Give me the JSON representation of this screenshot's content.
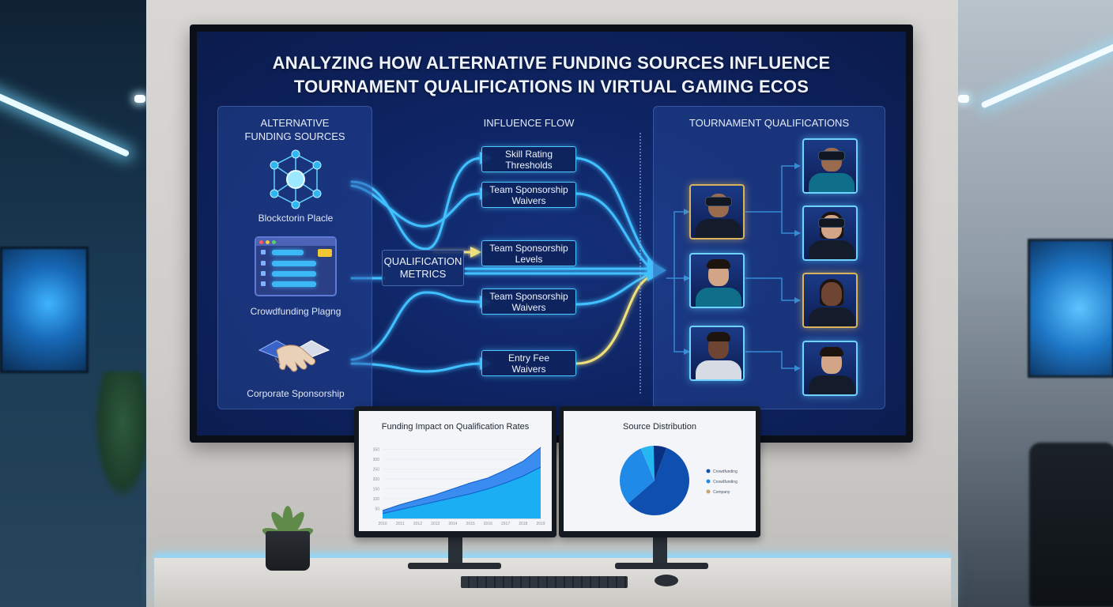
{
  "wall_display": {
    "title_line1": "ANALYZING HOW ALTERNATIVE FUNDING SOURCES INFLUENCE",
    "title_line2": "TOURNAMENT QUALIFICATIONS IN VIRTUAL GAMING ECOS",
    "funding_panel": {
      "heading_line1": "ALTERNATIVE",
      "heading_line2": "FUNDING SOURCES",
      "sources": [
        {
          "label": "Blockctorin Placle",
          "icon": "blockchain-network-icon"
        },
        {
          "label": "Crowdfunding Plagng",
          "icon": "browser-window-icon"
        },
        {
          "label": "Corporate Sponsorship",
          "icon": "handshake-icon"
        }
      ]
    },
    "influence_flow": {
      "heading": "INFLUENCE FLOW",
      "metrics_label_line1": "QUALIFICATION",
      "metrics_label_line2": "METRICS",
      "boxes": [
        {
          "line1": "Skill Rating",
          "line2": "Thresholds"
        },
        {
          "line1": "Team Sponsorship",
          "line2": "Waivers"
        },
        {
          "line1": "Team Sponsorship",
          "line2": "Levels"
        },
        {
          "line1": "Team Sponsorship",
          "line2": "Waivers"
        },
        {
          "line1": "Entry Fee",
          "line2": "Waivers"
        }
      ]
    },
    "tournament_panel": {
      "heading": "TOURNAMENT QUALIFICATIONS"
    }
  },
  "monitor_left": {
    "title": "Funding Impact on Qualification Rates",
    "chart_data": {
      "type": "area",
      "title": "Funding Impact on Qualification Rates",
      "x": [
        "2010",
        "2011",
        "2012",
        "2013",
        "2014",
        "2015",
        "2016",
        "2017",
        "2018",
        "2019"
      ],
      "series": [
        {
          "values": [
            40,
            70,
            95,
            120,
            150,
            180,
            205,
            245,
            290,
            360
          ]
        },
        {
          "values": [
            25,
            45,
            65,
            85,
            105,
            125,
            150,
            180,
            215,
            260
          ]
        }
      ],
      "yticks": [
        "350",
        "300",
        "250",
        "200",
        "150",
        "100",
        "50"
      ],
      "ylim": [
        0,
        400
      ],
      "colors": [
        "#2f86f0",
        "#17b4f2"
      ]
    }
  },
  "monitor_right": {
    "title": "Source Distribution",
    "chart_data": {
      "type": "pie",
      "title": "Source Distribution",
      "slices": [
        {
          "label": "Crowdfunding",
          "value": 58,
          "color": "#0f4fb0"
        },
        {
          "label": "Crowdfunding",
          "value": 30,
          "color": "#1f8ae8"
        },
        {
          "label": "Company",
          "value": 6,
          "color": "#27b7f0"
        },
        {
          "label": "",
          "value": 6,
          "color": "#0a2f80"
        }
      ],
      "legend_position": "right"
    }
  }
}
